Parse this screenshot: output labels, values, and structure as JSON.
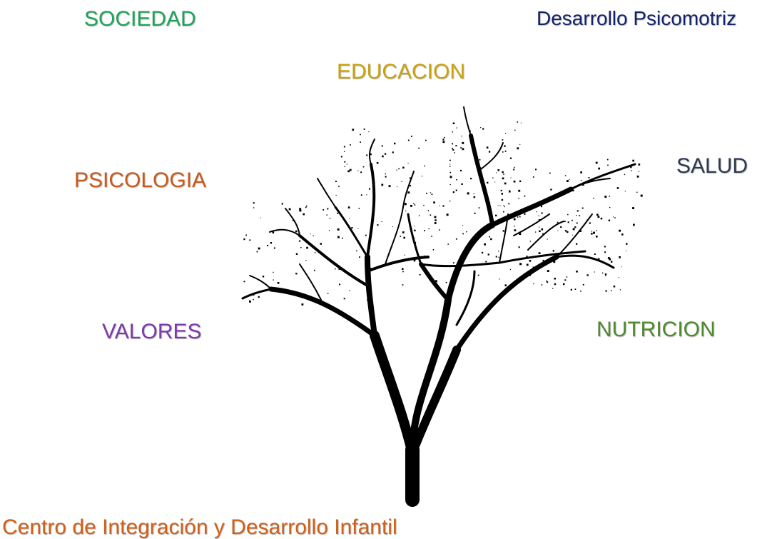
{
  "labels": {
    "sociedad": "SOCIEDAD",
    "desarrollo": "Desarrollo Psicomotriz",
    "educacion": "EDUCACION",
    "psicologia": "PSICOLOGIA",
    "salud": "SALUD",
    "valores": "VALORES",
    "nutricion": "NUTRICION",
    "centro": "Centro de Integración y Desarrollo Infantil"
  },
  "colors": {
    "sociedad": "#1fa35a",
    "desarrollo": "#12236b",
    "educacion": "#c9a20d",
    "psicologia": "#c85a1c",
    "salud": "#2e3a4f",
    "valores": "#7b3aa8",
    "nutricion": "#4f8a2e",
    "centro": "#d06018",
    "tree": "#000000"
  },
  "tree_image": "tree-silhouette"
}
